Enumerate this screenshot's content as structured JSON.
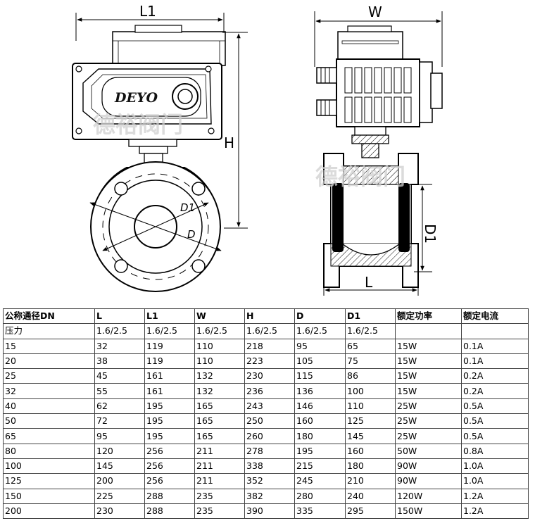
{
  "drawing": {
    "dim_labels": {
      "L1": "L1",
      "W": "W",
      "H": "H",
      "D1_front": "D1",
      "D_front": "D",
      "D1_side": "D1",
      "L_side": "L"
    },
    "brand": "DEYO",
    "watermark": "德裕阀门"
  },
  "table": {
    "headers": [
      "公称通径DN",
      "L",
      "L1",
      "W",
      "H",
      "D",
      "D1",
      "额定功率",
      "额定电流"
    ],
    "pressure_row": [
      "压力",
      "1.6/2.5",
      "1.6/2.5",
      "1.6/2.5",
      "1.6/2.5",
      "1.6/2.5",
      "1.6/2.5",
      "",
      ""
    ],
    "rows": [
      [
        "15",
        "32",
        "119",
        "110",
        "218",
        "95",
        "65",
        "15W",
        "0.1A"
      ],
      [
        "20",
        "38",
        "119",
        "110",
        "223",
        "105",
        "75",
        "15W",
        "0.1A"
      ],
      [
        "25",
        "45",
        "161",
        "132",
        "230",
        "115",
        "86",
        "15W",
        "0.2A"
      ],
      [
        "32",
        "55",
        "161",
        "132",
        "236",
        "136",
        "100",
        "15W",
        "0.2A"
      ],
      [
        "40",
        "62",
        "195",
        "165",
        "243",
        "146",
        "110",
        "25W",
        "0.5A"
      ],
      [
        "50",
        "72",
        "195",
        "165",
        "250",
        "160",
        "125",
        "25W",
        "0.5A"
      ],
      [
        "65",
        "95",
        "195",
        "165",
        "260",
        "180",
        "145",
        "25W",
        "0.5A"
      ],
      [
        "80",
        "120",
        "256",
        "211",
        "278",
        "195",
        "160",
        "50W",
        "0.8A"
      ],
      [
        "100",
        "145",
        "256",
        "211",
        "338",
        "215",
        "180",
        "90W",
        "1.0A"
      ],
      [
        "125",
        "200",
        "256",
        "211",
        "352",
        "245",
        "210",
        "90W",
        "1.0A"
      ],
      [
        "150",
        "225",
        "288",
        "235",
        "382",
        "280",
        "240",
        "120W",
        "1.2A"
      ],
      [
        "200",
        "230",
        "288",
        "235",
        "390",
        "335",
        "295",
        "150W",
        "1.2A"
      ]
    ]
  }
}
